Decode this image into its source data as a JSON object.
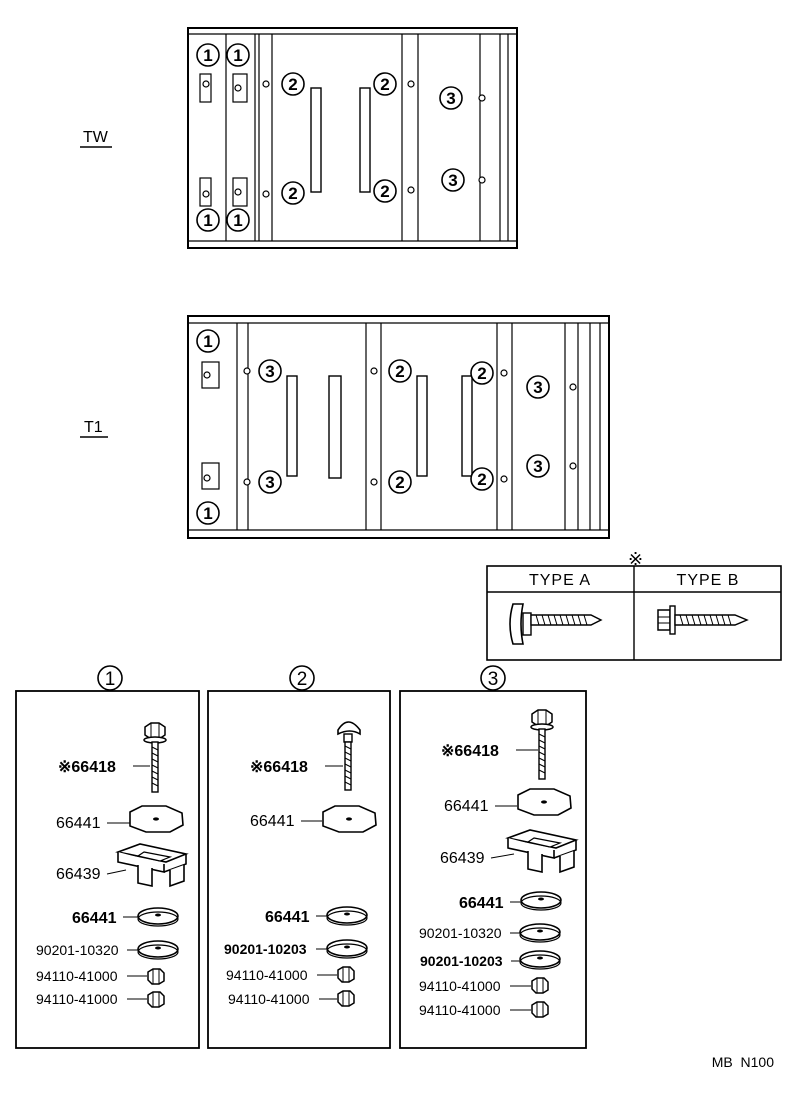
{
  "layouts": [
    {
      "id": "tw",
      "label": "TW"
    },
    {
      "id": "t1",
      "label": "T1"
    }
  ],
  "callouts": {
    "n1": "1",
    "n2": "2",
    "n3": "3"
  },
  "type_table": {
    "marker": "※",
    "type_a": "TYPE A",
    "type_b": "TYPE B"
  },
  "kits": [
    {
      "number": "1",
      "parts": [
        {
          "label": "※66418",
          "part": "bolt"
        },
        {
          "label": "66441",
          "part": "large-washer"
        },
        {
          "label": "66439",
          "part": "bracket"
        },
        {
          "label": "66441",
          "part": "washer"
        },
        {
          "label": "90201-10320",
          "part": "washer"
        },
        {
          "label": "94110-41000",
          "part": "nut"
        },
        {
          "label": "94110-41000",
          "part": "nut"
        }
      ]
    },
    {
      "number": "2",
      "parts": [
        {
          "label": "※66418",
          "part": "bolt"
        },
        {
          "label": "66441",
          "part": "large-washer"
        },
        {
          "label": "66441",
          "part": "washer"
        },
        {
          "label": "90201-10203",
          "part": "washer"
        },
        {
          "label": "94110-41000",
          "part": "nut"
        },
        {
          "label": "94110-41000",
          "part": "nut"
        }
      ]
    },
    {
      "number": "3",
      "parts": [
        {
          "label": "※66418",
          "part": "bolt"
        },
        {
          "label": "66441",
          "part": "large-washer"
        },
        {
          "label": "66439",
          "part": "bracket"
        },
        {
          "label": "66441",
          "part": "washer"
        },
        {
          "label": "90201-10320",
          "part": "washer"
        },
        {
          "label": "90201-10203",
          "part": "washer"
        },
        {
          "label": "94110-41000",
          "part": "nut"
        },
        {
          "label": "94110-41000",
          "part": "nut"
        }
      ]
    }
  ],
  "footer_code": "MB  N100"
}
